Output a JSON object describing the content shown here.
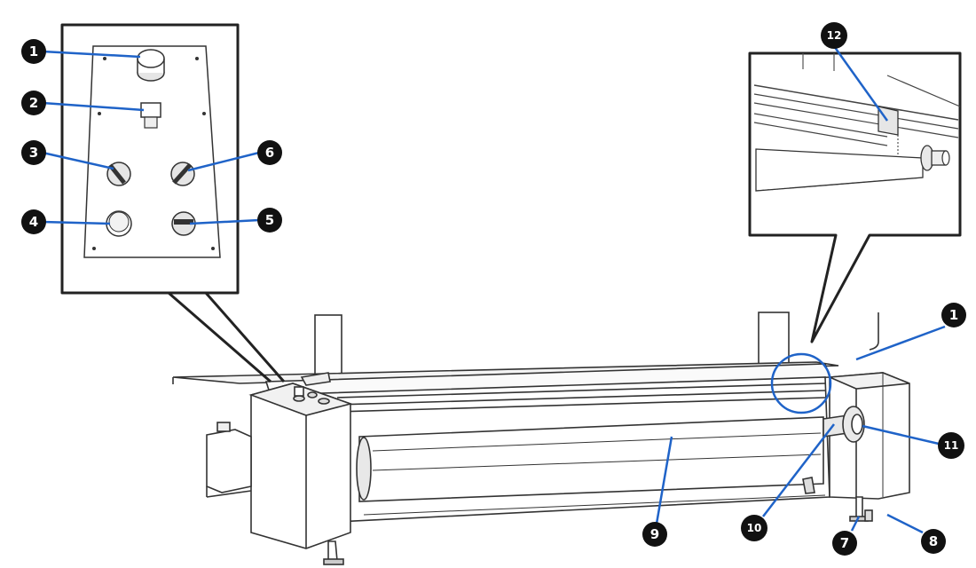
{
  "colors": {
    "callout_line": "#1f63c8",
    "badge_fill": "#111111",
    "badge_text": "#ffffff",
    "outline": "#333333",
    "panel_fill": "#ffffff",
    "shade": "#e9e9e9"
  },
  "callouts": {
    "c1_panel": "1",
    "c2": "2",
    "c3": "3",
    "c4": "4",
    "c5": "5",
    "c6": "6",
    "c7": "7",
    "c8": "8",
    "c9": "9",
    "c10": "10",
    "c11": "11",
    "c12": "12",
    "c1_main": "1"
  }
}
